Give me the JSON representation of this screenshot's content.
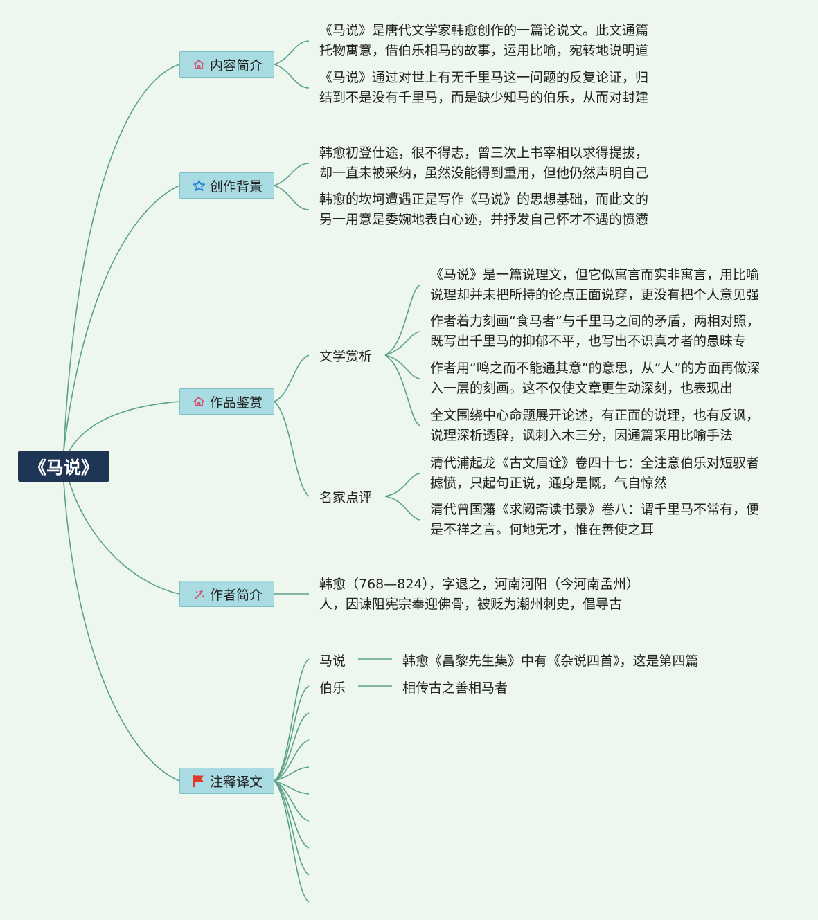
{
  "root": {
    "label": "《马说》"
  },
  "branches": [
    {
      "label": "内容简介",
      "icon": "house-icon",
      "leaves": [
        [
          "《马说》是唐代文学家韩愈创作的一篇论说文。此文通篇",
          "托物寓意，借伯乐相马的故事，运用比喻，宛转地说明道"
        ],
        [
          "《马说》通过对世上有无千里马这一问题的反复论证，归",
          "结到不是没有千里马，而是缺少知马的伯乐，从而对封建"
        ]
      ]
    },
    {
      "label": "创作背景",
      "icon": "star-icon",
      "leaves": [
        [
          "韩愈初登仕途，很不得志，曾三次上书宰相以求得提拔，",
          "却一直未被采纳，虽然没能得到重用，但他仍然声明自己"
        ],
        [
          "韩愈的坎坷遭遇正是写作《马说》的思想基础，而此文的",
          "另一用意是委婉地表白心迹，并抒发自己怀才不遇的愤懑"
        ]
      ]
    },
    {
      "label": "作品鉴赏",
      "icon": "house-icon",
      "subs": [
        {
          "label": "文学赏析",
          "leaves": [
            [
              "《马说》是一篇说理文，但它似寓言而实非寓言，用比喻",
              "说理却并未把所持的论点正面说穿，更没有把个人意见强"
            ],
            [
              "作者着力刻画“食马者”与千里马之间的矛盾，两相对照，",
              "既写出千里马的抑郁不平，也写出不识真才者的愚昧专"
            ],
            [
              "作者用“鸣之而不能通其意”的意思，从“人”的方面再做深",
              "入一层的刻画。这不仅使文章更生动深刻，也表现出"
            ],
            [
              "全文围绕中心命题展开论述，有正面的说理，也有反讽，",
              "说理深析透辟，讽刺入木三分，因通篇采用比喻手法"
            ]
          ]
        },
        {
          "label": "名家点评",
          "leaves": [
            [
              "清代浦起龙《古文眉诠》卷四十七：全注意伯乐对短驭者",
              "摅愤，只起句正说，通身是慨，气自惊然"
            ],
            [
              "清代曾国藩《求阙斋读书录》卷八：谓千里马不常有，便",
              "是不祥之言。何地无才，惟在善使之耳"
            ]
          ]
        }
      ]
    },
    {
      "label": "作者简介",
      "icon": "sparkle-wand-icon",
      "leaves": [
        [
          "韩愈（768—824），字退之，河南河阳（今河南孟州）",
          "人，因谏阻宪宗奉迎佛骨，被贬为潮州刺史，倡导古"
        ]
      ]
    },
    {
      "label": "注释译文",
      "icon": "red-flag-icon",
      "terms": [
        {
          "term": "马说",
          "definition": "韩愈《昌黎先生集》中有《杂说四首》，这是第四篇"
        },
        {
          "term": "伯乐",
          "definition": "相传古之善相马者"
        }
      ]
    }
  ],
  "colors": {
    "edge": "#5aa08c",
    "root": "#1f3556",
    "branch": "#a9dce2",
    "background": "#eef7ee"
  }
}
